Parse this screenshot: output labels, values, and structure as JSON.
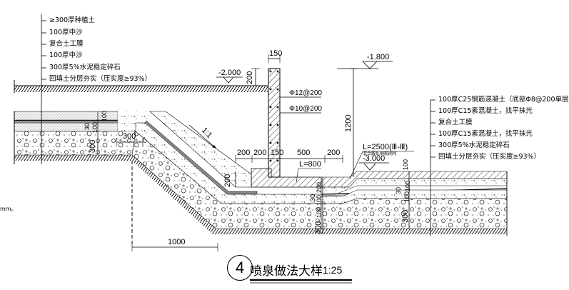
{
  "drawing": {
    "detail_number": "4",
    "title": "喷泉做法大样",
    "scale": "1:25",
    "note_fragment": "mm。"
  },
  "left_layers": [
    "≥300厚种植土",
    "100厚中沙",
    "复合土工膜",
    "100厚中沙",
    "300厚5%水泥稳定碎石",
    "回填土分层夯实（压实度≥93%）"
  ],
  "right_layers": [
    "100厚C25钢筋混凝土（底部Φ8@200单层双向）",
    "100厚C15素混凝土，找平抹光",
    "复合土工膜",
    "100厚C15素混凝土，找平抹光",
    "300厚5%水泥稳定碎石",
    "回填土分层夯实（压实度≥93%）"
  ],
  "elevations": {
    "ground": "-2.000",
    "water": "-1.800",
    "pool_bottom": "-3.000"
  },
  "rebar": {
    "vertical": "Φ12@200",
    "horizontal": "Φ10@200"
  },
  "dimensions": {
    "wall_width": "150",
    "wall_top_offset": "200",
    "wall_height": "1200",
    "slope": "1:1",
    "left_300": "300",
    "left_30": "30",
    "left_100a": "100",
    "left_100b": "100",
    "left_300b": "300",
    "base_200a": "200",
    "base_200b": "200",
    "base_150": "150",
    "base_500": "500",
    "base_200c": "200",
    "base_step_200": "200",
    "L800": "L=800",
    "L2500": "L=2500(Ⅲ-Ⅲ)",
    "pipe_note": "混合散乱钢筋网可",
    "mid_200": "200",
    "mid_100": "100",
    "mid_30": "30",
    "mid_100b": "100",
    "mid_300": "300",
    "right_100": "100",
    "right_100b": "100",
    "right_30": "30",
    "right_100c": "100",
    "right_300": "300",
    "bottom_1000": "1000"
  }
}
